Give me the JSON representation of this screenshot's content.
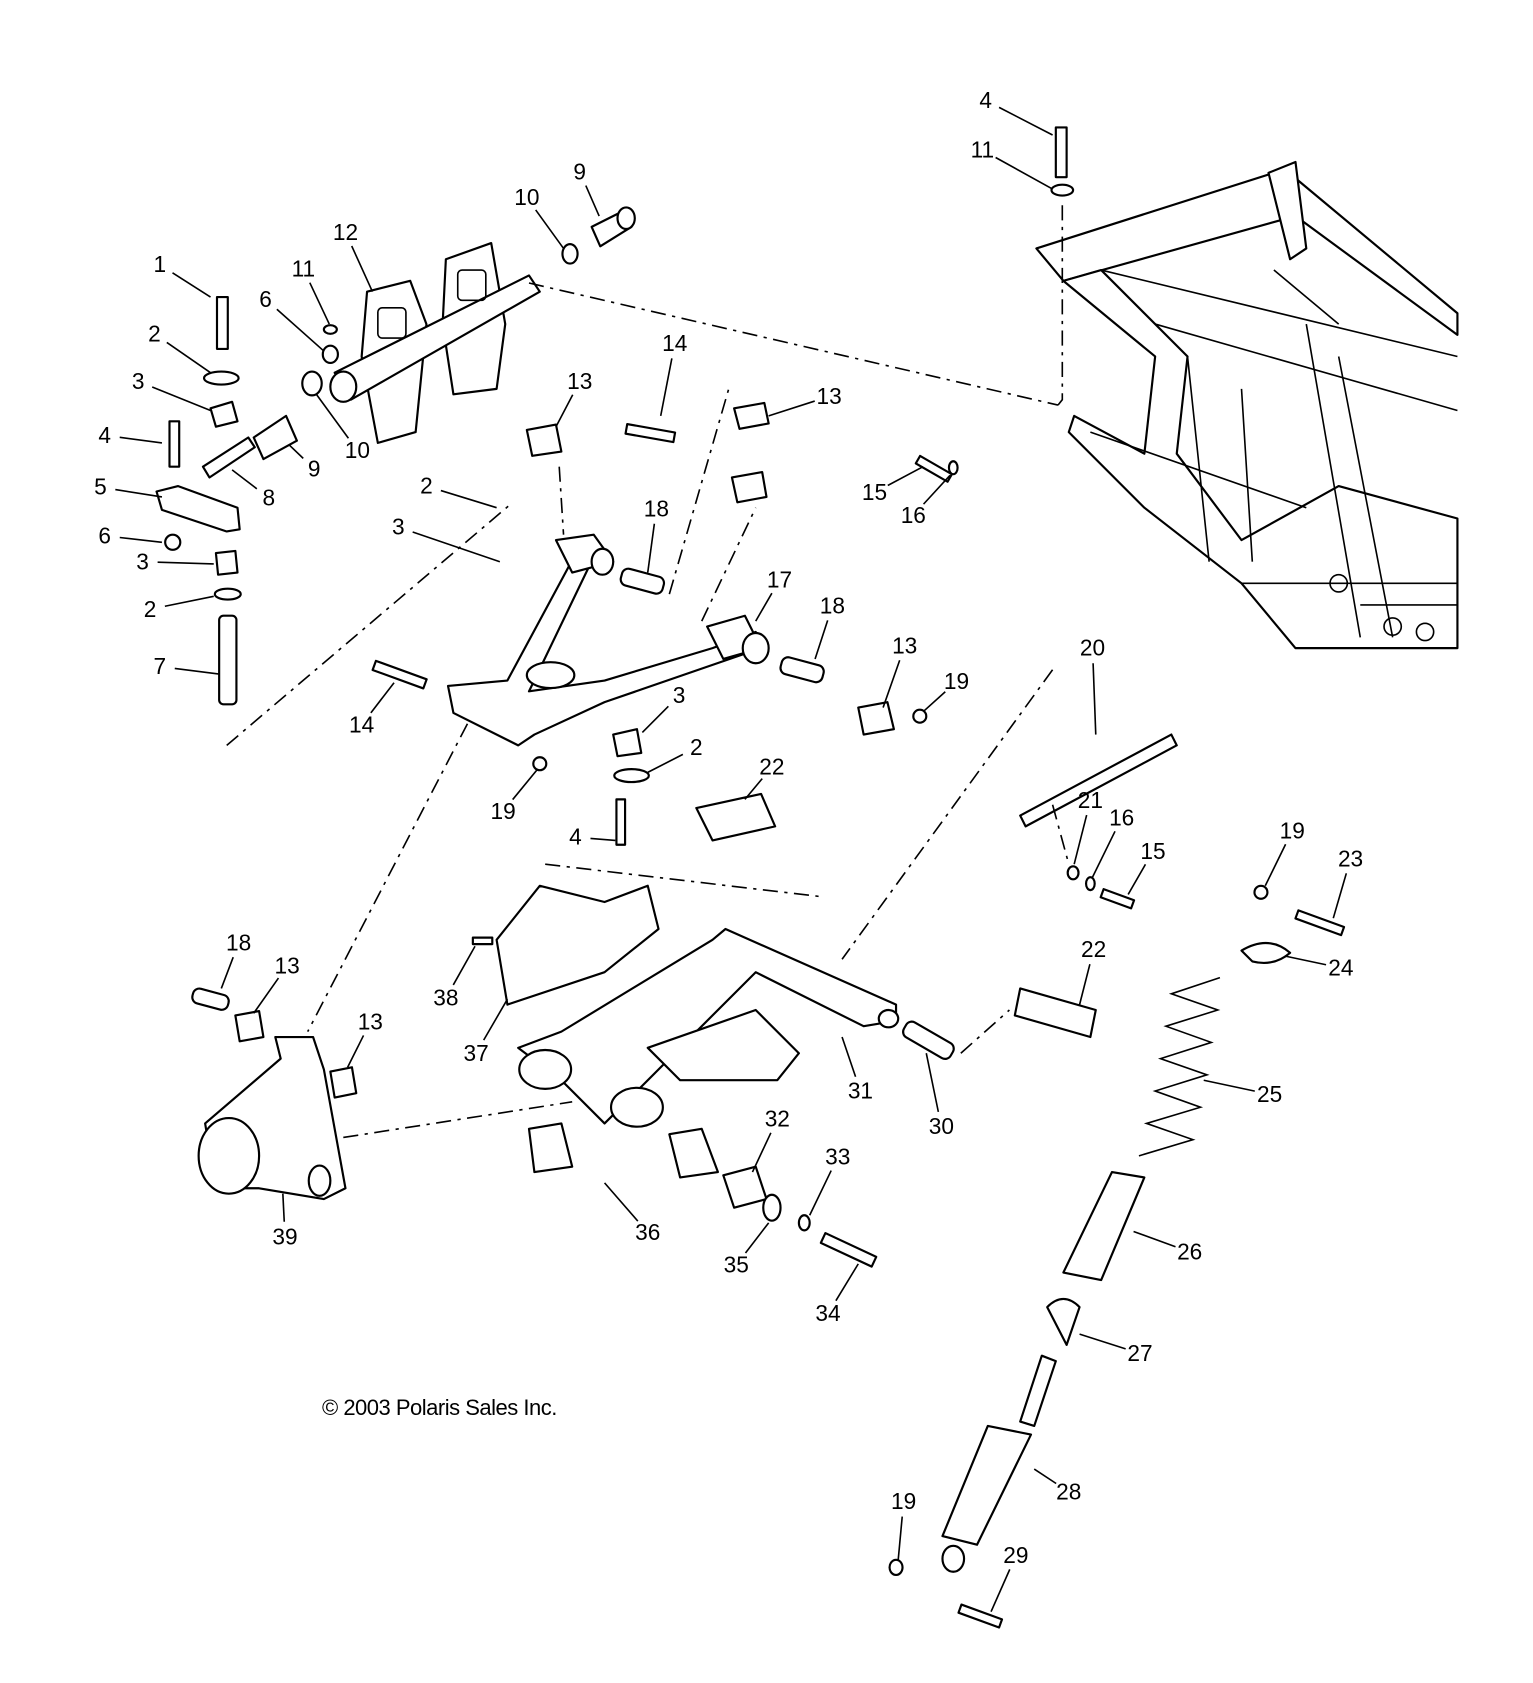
{
  "copyright": "© 2003 Polaris Sales Inc.",
  "callouts": [
    "1",
    "2",
    "3",
    "4",
    "5",
    "6",
    "11",
    "12",
    "10",
    "9",
    "9",
    "10",
    "8",
    "6",
    "3",
    "2",
    "7",
    "2",
    "3",
    "13",
    "14",
    "13",
    "18",
    "17",
    "18",
    "13",
    "19",
    "15",
    "16",
    "14",
    "3",
    "2",
    "19",
    "4",
    "22",
    "20",
    "21",
    "16",
    "15",
    "19",
    "23",
    "24",
    "22",
    "25",
    "26",
    "27",
    "28",
    "19",
    "29",
    "30",
    "31",
    "32",
    "33",
    "34",
    "35",
    "36",
    "37",
    "38",
    "39",
    "18",
    "13",
    "13",
    "4",
    "11"
  ],
  "colors": {
    "line": "#000000",
    "background": "#ffffff"
  }
}
